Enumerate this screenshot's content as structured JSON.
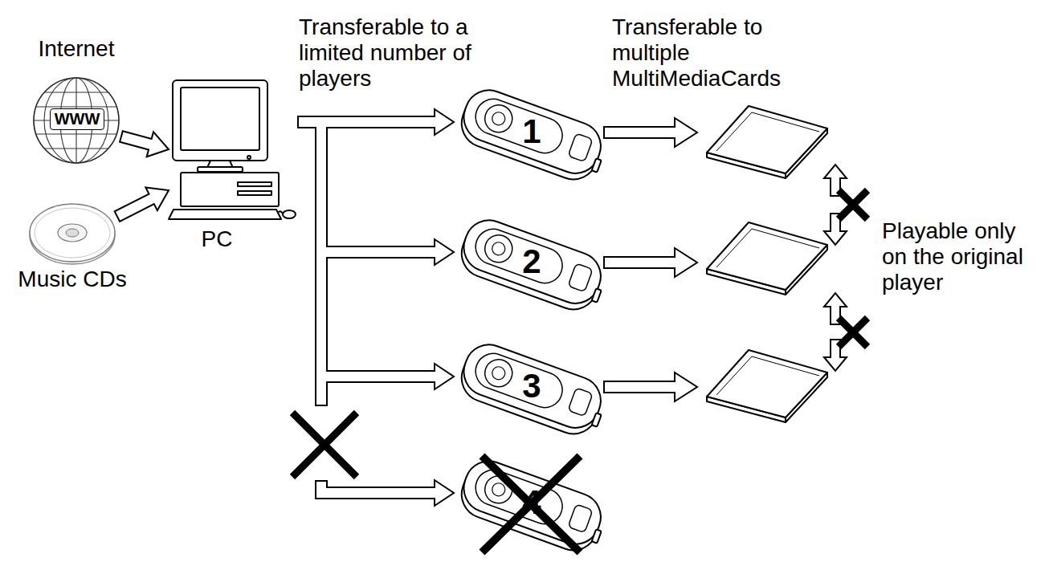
{
  "diagram": {
    "nodes": [
      {
        "text": [
          "Internet",
          "WWW"
        ]
      },
      {
        "text": [
          "Music CDs"
        ]
      },
      {
        "text": [
          "PC"
        ]
      },
      {
        "text": [
          "1"
        ]
      },
      {
        "text": [
          "2"
        ]
      },
      {
        "text": [
          "3"
        ]
      },
      {
        "text": [
          "4"
        ]
      }
    ],
    "edges": [
      {
        "from": 0,
        "to": 2,
        "arrow": "to"
      },
      {
        "from": 1,
        "to": 2,
        "arrow": "to"
      },
      {
        "from": 2,
        "to": 3,
        "arrow": "to"
      },
      {
        "from": 2,
        "to": 4,
        "arrow": "to"
      },
      {
        "from": 2,
        "to": 5,
        "arrow": "to"
      },
      {
        "from": 2,
        "to": 6,
        "arrow": "to"
      }
    ],
    "labels": [
      "Transferable to a limited number of players",
      "Transferable to multiple MultiMediaCards",
      "Playable only on the original player"
    ]
  }
}
